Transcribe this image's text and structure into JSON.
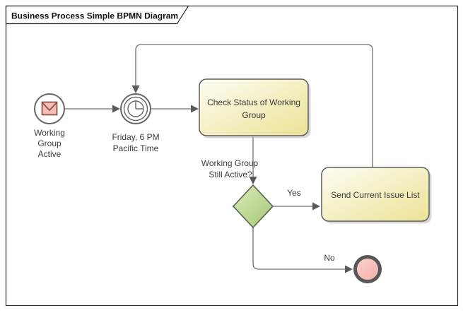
{
  "diagram": {
    "title": "Business Process Simple BPMN Diagram",
    "nodes": {
      "start_event": {
        "type": "message-start-event",
        "label_lines": [
          "Working",
          "Group",
          "Active"
        ]
      },
      "timer_event": {
        "type": "timer-intermediate-event",
        "label_lines": [
          "Friday, 6 PM",
          "Pacific Time"
        ]
      },
      "task_check_status": {
        "type": "task",
        "label_lines": [
          "Check Status of Working",
          "Group"
        ]
      },
      "gateway_still_active": {
        "type": "exclusive-gateway",
        "label_lines": [
          "Working Group",
          "Still Active?"
        ]
      },
      "task_send_issue_list": {
        "type": "task",
        "label": "Send Current Issue List"
      },
      "end_event": {
        "type": "end-event"
      }
    },
    "edges": {
      "yes": {
        "label": "Yes"
      },
      "no": {
        "label": "No"
      }
    },
    "colors": {
      "task_fill_top": "#fdfdf3",
      "task_fill_bottom": "#ebe295",
      "event_fill_top": "#fbd4cf",
      "event_fill_bottom": "#f3aea6",
      "gateway_fill_top": "#daecbd",
      "gateway_fill_bottom": "#a6c770",
      "connector": "#6e6e6e",
      "arrowhead": "#5a5a5a",
      "node_border": "#5f5f5f",
      "frame_border": "#2b2b2b",
      "label_text": "#3d3d3d"
    }
  }
}
